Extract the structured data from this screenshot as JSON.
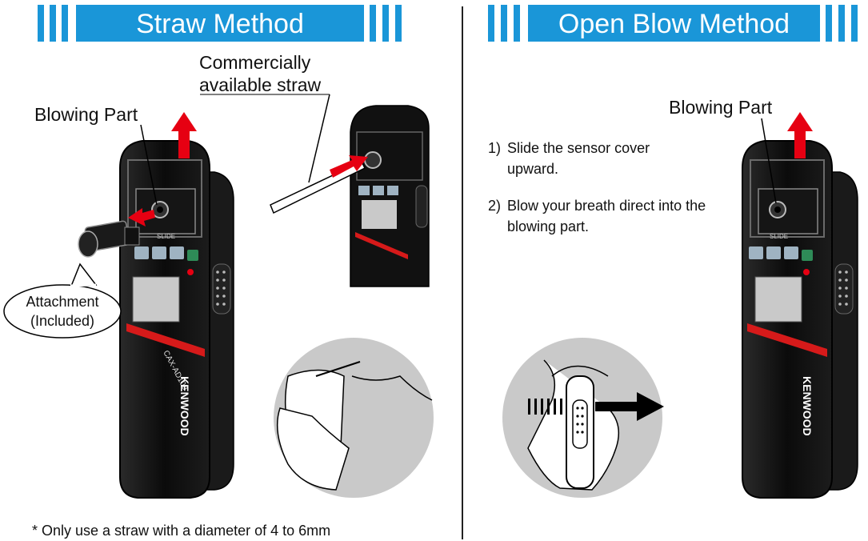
{
  "left": {
    "title": "Straw Method",
    "straw_label_line1": "Commercially",
    "straw_label_line2": "available straw",
    "blowing_label": "Blowing Part",
    "attachment_line1": "Attachment",
    "attachment_line2": "(Included)",
    "footnote": "* Only use a straw with a diameter of 4 to 6mm"
  },
  "right": {
    "title": "Open Blow Method",
    "blowing_label": "Blowing Part",
    "steps": [
      {
        "num": "1)",
        "text": "Slide the sensor cover upward."
      },
      {
        "num": "2)",
        "text": "Blow your breath direct into the blowing part."
      }
    ]
  },
  "device": {
    "brand": "KENWOOD",
    "model": "CAX-AD100",
    "slide_text": "SLIDE"
  },
  "colors": {
    "banner": "#1a96d8",
    "arrow_red": "#e60012",
    "device_body": "#0d0d0d",
    "accent_red": "#d61a1a"
  },
  "icons": [
    "up-arrow-icon",
    "push-arrow-icon",
    "breath-arrow-icon"
  ]
}
